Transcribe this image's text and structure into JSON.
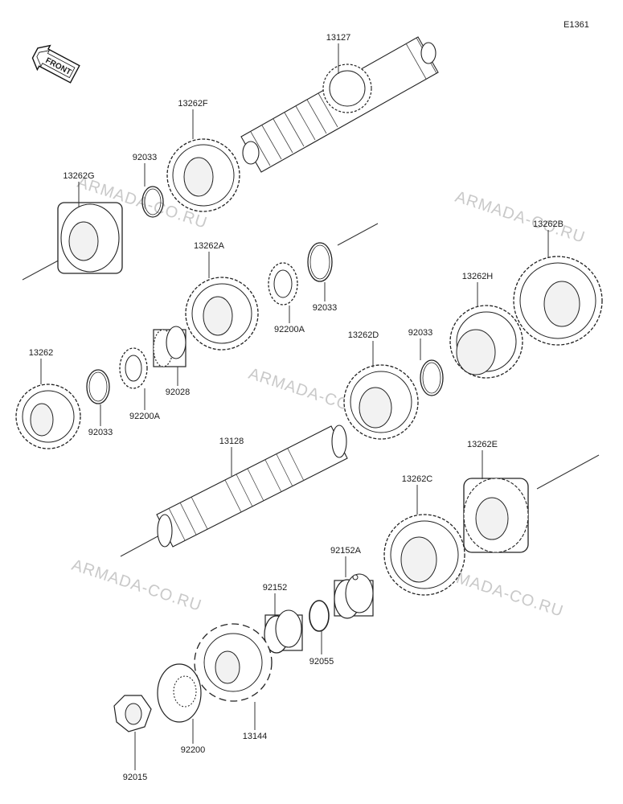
{
  "diagram_code": "E1361",
  "front_label": "FRONT",
  "watermark": "ARMADA-CO.RU",
  "parts": [
    {
      "id": "p13127",
      "number": "13127"
    },
    {
      "id": "p13262F",
      "number": "13262F"
    },
    {
      "id": "p92033a",
      "number": "92033"
    },
    {
      "id": "p13262G",
      "number": "13262G"
    },
    {
      "id": "p13262A",
      "number": "13262A"
    },
    {
      "id": "p92200A_a",
      "number": "92200A"
    },
    {
      "id": "p92033b",
      "number": "92033"
    },
    {
      "id": "p13262B",
      "number": "13262B"
    },
    {
      "id": "p13262H",
      "number": "13262H"
    },
    {
      "id": "p92033c",
      "number": "92033"
    },
    {
      "id": "p13262D",
      "number": "13262D"
    },
    {
      "id": "p13262",
      "number": "13262"
    },
    {
      "id": "p92033d",
      "number": "92033"
    },
    {
      "id": "p92200A_b",
      "number": "92200A"
    },
    {
      "id": "p92028",
      "number": "92028"
    },
    {
      "id": "p13128",
      "number": "13128"
    },
    {
      "id": "p13262E",
      "number": "13262E"
    },
    {
      "id": "p13262C",
      "number": "13262C"
    },
    {
      "id": "p92152A",
      "number": "92152A"
    },
    {
      "id": "p92152",
      "number": "92152"
    },
    {
      "id": "p92055",
      "number": "92055"
    },
    {
      "id": "p13144",
      "number": "13144"
    },
    {
      "id": "p92200",
      "number": "92200"
    },
    {
      "id": "p92015",
      "number": "92015"
    }
  ]
}
